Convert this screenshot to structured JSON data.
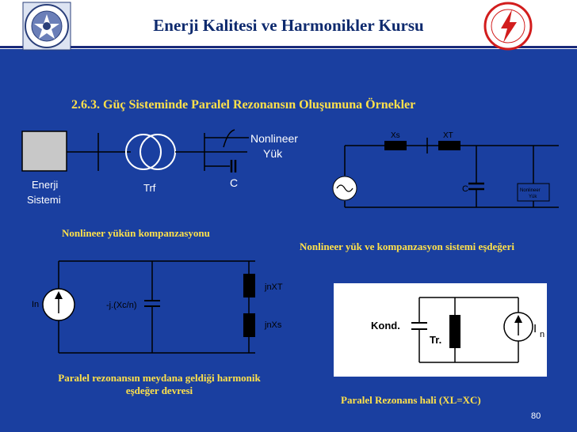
{
  "header": {
    "title": "Enerji Kalitesi ve Harmonikler Kursu",
    "left_logo": "university-seal",
    "right_logo": "teias-lightning-logo"
  },
  "section_title": "2.6.3. Güç Sisteminde Paralel Rezonansın Oluşumuna Örnekler",
  "diagram1": {
    "source_label_1": "Enerji",
    "source_label_2": "Sistemi",
    "trf_label": "Trf",
    "c_label": "C",
    "load_label_1": "Nonlineer",
    "load_label_2": "Yük",
    "caption": "Nonlineer yükün kompanzasyonu"
  },
  "diagram2": {
    "xs_label": "Xs",
    "xt_label": "XT",
    "c_label": "C",
    "load_label_1": "Nonlineer",
    "load_label_2": "Yük",
    "caption": "Nonlineer yük ve kompanzasyon sistemi eşdeğeri"
  },
  "diagram3": {
    "source_label": "In",
    "cap_label": "-j.(Xc/n)",
    "xt_label": "jnXT",
    "xs_label": "jnXs",
    "caption_1": "Paralel rezonansın meydana geldiği harmonik",
    "caption_2": "eşdeğer devresi"
  },
  "diagram4": {
    "kond_label": "Kond.",
    "tr_label": "Tr.",
    "in_label": "I",
    "in_sub": "n",
    "caption": "Paralel Rezonans hali (XL=XC)"
  },
  "page_number": "80",
  "colors": {
    "background": "#1a3fa0",
    "title": "#0e2a6e",
    "caption": "#ffe14a",
    "wire": "#000000"
  }
}
